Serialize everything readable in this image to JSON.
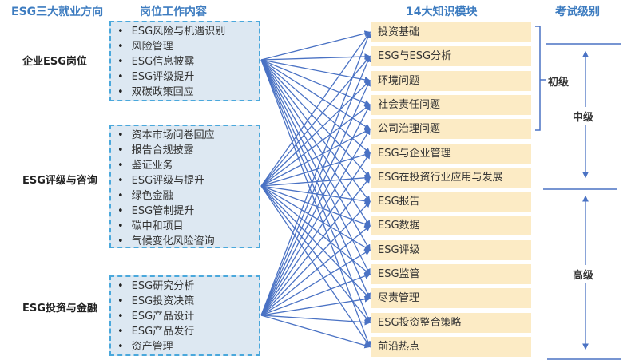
{
  "headers": {
    "directions": "ESG三大就业方向",
    "content": "岗位工作内容",
    "modules": "14大知识模块",
    "levels": "考试级别"
  },
  "groups": [
    {
      "role": "企业ESG岗位",
      "items": [
        "ESG风险与机遇识别",
        "风险管理",
        "ESG信息披露",
        "ESG评级提升",
        "双碳政策回应"
      ]
    },
    {
      "role": "ESG评级与咨询",
      "items": [
        "资本市场问卷回应",
        "报告合规披露",
        "鉴证业务",
        "ESG评级与提升",
        "绿色金融",
        "ESG管制提升",
        "碳中和项目",
        "气候变化风险咨询"
      ]
    },
    {
      "role": "ESG投资与金融",
      "items": [
        "ESG研究分析",
        "ESG投资决策",
        "ESG产品设计",
        "ESG产品发行",
        "资产管理"
      ]
    }
  ],
  "modules": [
    "投资基础",
    "ESG与ESG分析",
    "环境问题",
    "社会责任问题",
    "公司治理问题",
    "ESG与企业管理",
    "ESG在投资行业应用与发展",
    "ESG报告",
    "ESG数据",
    "ESG评级",
    "ESG监管",
    "尽责管理",
    "ESG投资整合策略",
    "前沿热点"
  ],
  "levels": {
    "primary": "初级",
    "intermediate": "中级",
    "advanced": "高级"
  },
  "colors": {
    "accent": "#3d7cc0",
    "line": "#4a72c4",
    "module_bg": "#fcebc5",
    "box_bg": "#dde8f2"
  }
}
